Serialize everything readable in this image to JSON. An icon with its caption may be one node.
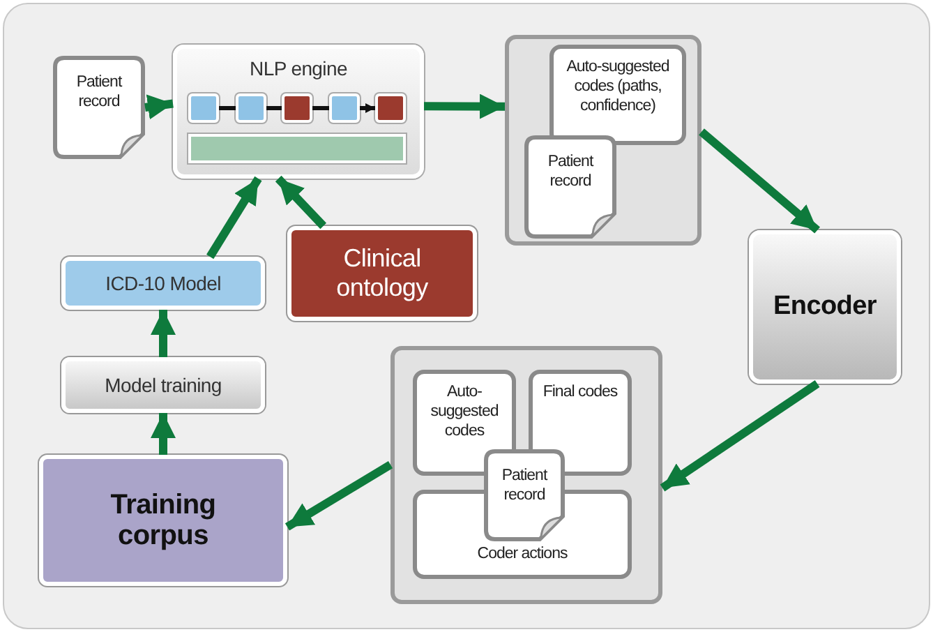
{
  "diagram": {
    "nodes": [
      {
        "text": [
          "Patient record"
        ]
      },
      {
        "text": [
          "NLP engine"
        ]
      },
      {
        "text": [],
        "shape": "box",
        "in": 1
      },
      {
        "text": [],
        "shape": "box",
        "in": 1
      },
      {
        "text": [],
        "shape": "box",
        "in": 1
      },
      {
        "text": [],
        "shape": "box",
        "in": 1
      },
      {
        "text": [],
        "shape": "box",
        "in": 1
      },
      {
        "text": [
          "Clinical ontology"
        ]
      },
      {
        "text": [
          "ICD-10 Model"
        ]
      },
      {
        "text": [
          "Model training"
        ]
      },
      {
        "text": [
          "Training corpus"
        ]
      },
      {
        "text": [],
        "shape": "box"
      },
      {
        "text": [
          "Auto-suggested codes (paths, confidence)"
        ],
        "in": 11
      },
      {
        "text": [
          "Patient record"
        ],
        "in": 11
      },
      {
        "text": [
          "Encoder"
        ]
      },
      {
        "text": [],
        "shape": "box"
      },
      {
        "text": [
          "Auto-suggested codes"
        ],
        "in": 15
      },
      {
        "text": [
          "Final codes"
        ],
        "in": 15
      },
      {
        "text": [
          "Coder actions"
        ],
        "in": 15
      },
      {
        "text": [
          "Patient record"
        ],
        "in": 15
      },
      {
        "text": [],
        "shape": "bar",
        "in": 1
      }
    ],
    "edges": [
      {
        "from": 0,
        "to": 1,
        "arrow": "to"
      },
      {
        "from": 1,
        "to": 11,
        "arrow": "to"
      },
      {
        "from": 11,
        "to": 14,
        "arrow": "to"
      },
      {
        "from": 14,
        "to": 15,
        "arrow": "to"
      },
      {
        "from": 15,
        "to": 10,
        "arrow": "to"
      },
      {
        "from": 10,
        "to": 9,
        "arrow": "to"
      },
      {
        "from": 9,
        "to": 8,
        "arrow": "to"
      },
      {
        "from": 8,
        "to": 1,
        "arrow": "to"
      },
      {
        "from": 7,
        "to": 1,
        "arrow": "to"
      },
      {
        "from": 2,
        "to": 3,
        "arrow": "none",
        "color": "#111111"
      },
      {
        "from": 3,
        "to": 4,
        "arrow": "none",
        "color": "#111111"
      },
      {
        "from": 4,
        "to": 5,
        "arrow": "none",
        "color": "#111111"
      },
      {
        "from": 5,
        "to": 6,
        "arrow": "to",
        "color": "#111111"
      }
    ]
  }
}
